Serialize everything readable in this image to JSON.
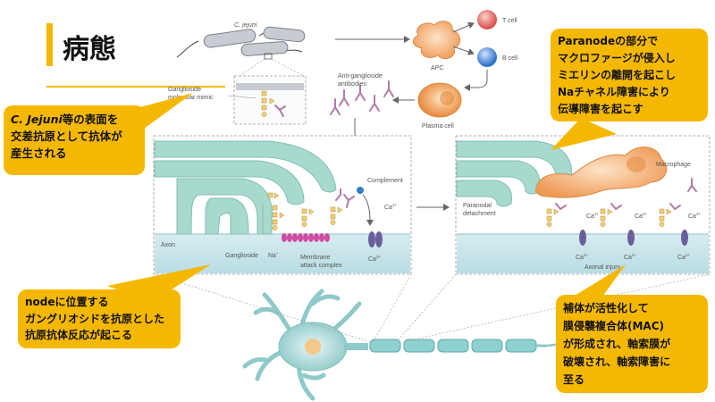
{
  "title": "病態",
  "diagram": {
    "c_jejuni": "C. jejuni",
    "apc": "APC",
    "t_cell": "T cell",
    "b_cell": "B cell",
    "plasma_cell": "Plasma cell",
    "anti_ganglioside_antibodies": [
      "Anti-ganglioside",
      "antibodies"
    ],
    "ganglioside_mimic": [
      "Ganglioside",
      "molecular mimic"
    ],
    "complement": "Complement",
    "ca": "Ca",
    "ca_sup": "2+",
    "axon": "Axon",
    "ganglioside": "Ganglioside",
    "na": "Na",
    "na_sup": "+",
    "membrane_attack_complex": [
      "Membrane",
      "attack complex"
    ],
    "macrophage": "Macrophage",
    "paranodal_detachment": [
      "Paranodal",
      "detachment"
    ],
    "axonal_injury": "Axonal injury"
  },
  "callouts": {
    "jejuni": {
      "italic": "C. Jejuni",
      "lines": [
        "等の表面を",
        "交差抗原として抗体が",
        "産生される"
      ]
    },
    "paranode": {
      "lines": [
        "Paranodeの部分で",
        "マクロファージが侵入し",
        "ミエリンの離開を起こし",
        "Naチャネル障害により",
        "伝導障害を起こす"
      ]
    },
    "node": {
      "lines": [
        "nodeに位置する",
        "ガングリオシドを抗原とした",
        "抗原抗体反応が起こる"
      ]
    },
    "mac": {
      "lines": [
        "補体が活性化して",
        "膜侵襲複合体(MAC)",
        "が形成され、軸索膜が",
        "破壊され、軸索障害に",
        "至る"
      ]
    }
  },
  "colors": {
    "accent": "#f5b800",
    "myelin": "#a8d9cf",
    "axon": "#cfe8ee",
    "apc": "#f3b27a",
    "t_cell": "#e06060",
    "b_cell": "#4d8fd8",
    "antibody": "#b07aa8"
  }
}
